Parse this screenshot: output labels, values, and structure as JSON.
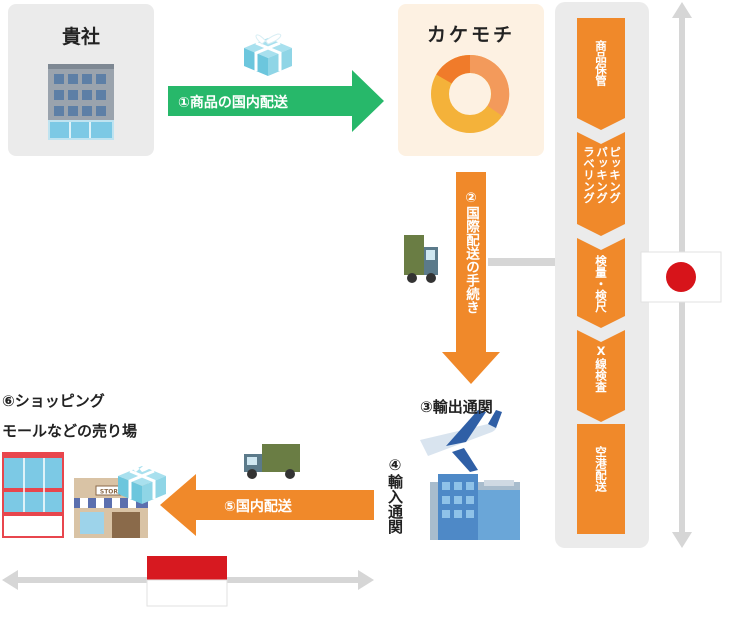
{
  "company": {
    "label": "貴社"
  },
  "kakemochi": {
    "label": "カケモチ"
  },
  "steps": {
    "s1": "①商品の国内配送",
    "s2": "②国際配送の手続き",
    "s3": "③輸出通関",
    "s4": "④輸入通関",
    "s5": "⑤国内配送",
    "s6_line1": "⑥ショッピング",
    "s6_line2": "モールなどの売り場"
  },
  "japan_flow": [
    "商品保管",
    "ピッキング",
    "パッキング",
    "ラベリング",
    "検量・検尺",
    "X線検査",
    "空港配送"
  ],
  "store_sign": "STORE",
  "colors": {
    "green": "#27b86a",
    "orange": "#f0892a",
    "panel_gray": "#ebebeb",
    "panel_cream": "#fdf1e2",
    "flag_red": "#d7141a",
    "flag_red_id": "#d71920"
  }
}
